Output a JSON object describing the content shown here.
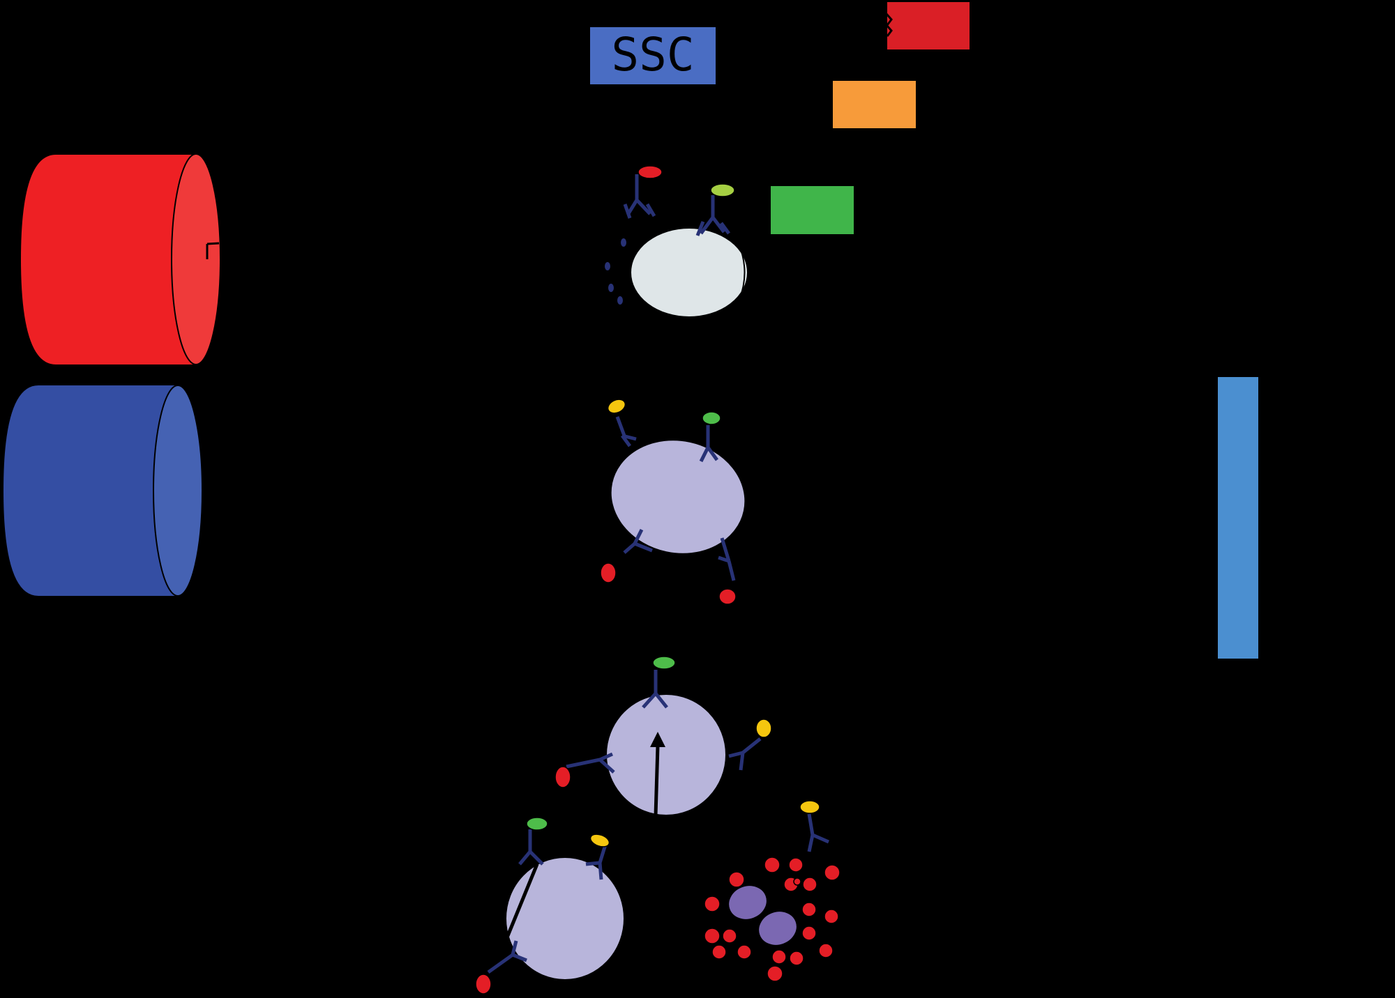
{
  "labels": {
    "ssc": "SSC"
  },
  "colors": {
    "background": "#000000",
    "laser_red": "#ee2024",
    "laser_red_face": "#ef3a3a",
    "laser_blue": "#344ea3",
    "laser_blue_face": "#4562b3",
    "ssc_box": "#4a6dc3",
    "filter_red": "#da1f26",
    "filter_orange": "#f79b3a",
    "filter_green": "#40b54a",
    "detector_bar": "#4b8fd0",
    "cell_unstained": "#dfe6e8",
    "cell_stained": "#b8b5db",
    "antibody": "#283276",
    "fluor_red": "#e41e26",
    "fluor_yellow": "#f5c60f",
    "fluor_green": "#4ebd4a",
    "fluor_lime": "#a5cf43",
    "debris_nucleus": "#7b68b2"
  },
  "icons": [
    "laser-cylinder",
    "cell",
    "antibody",
    "fluorochrome",
    "apoptotic-debris"
  ]
}
